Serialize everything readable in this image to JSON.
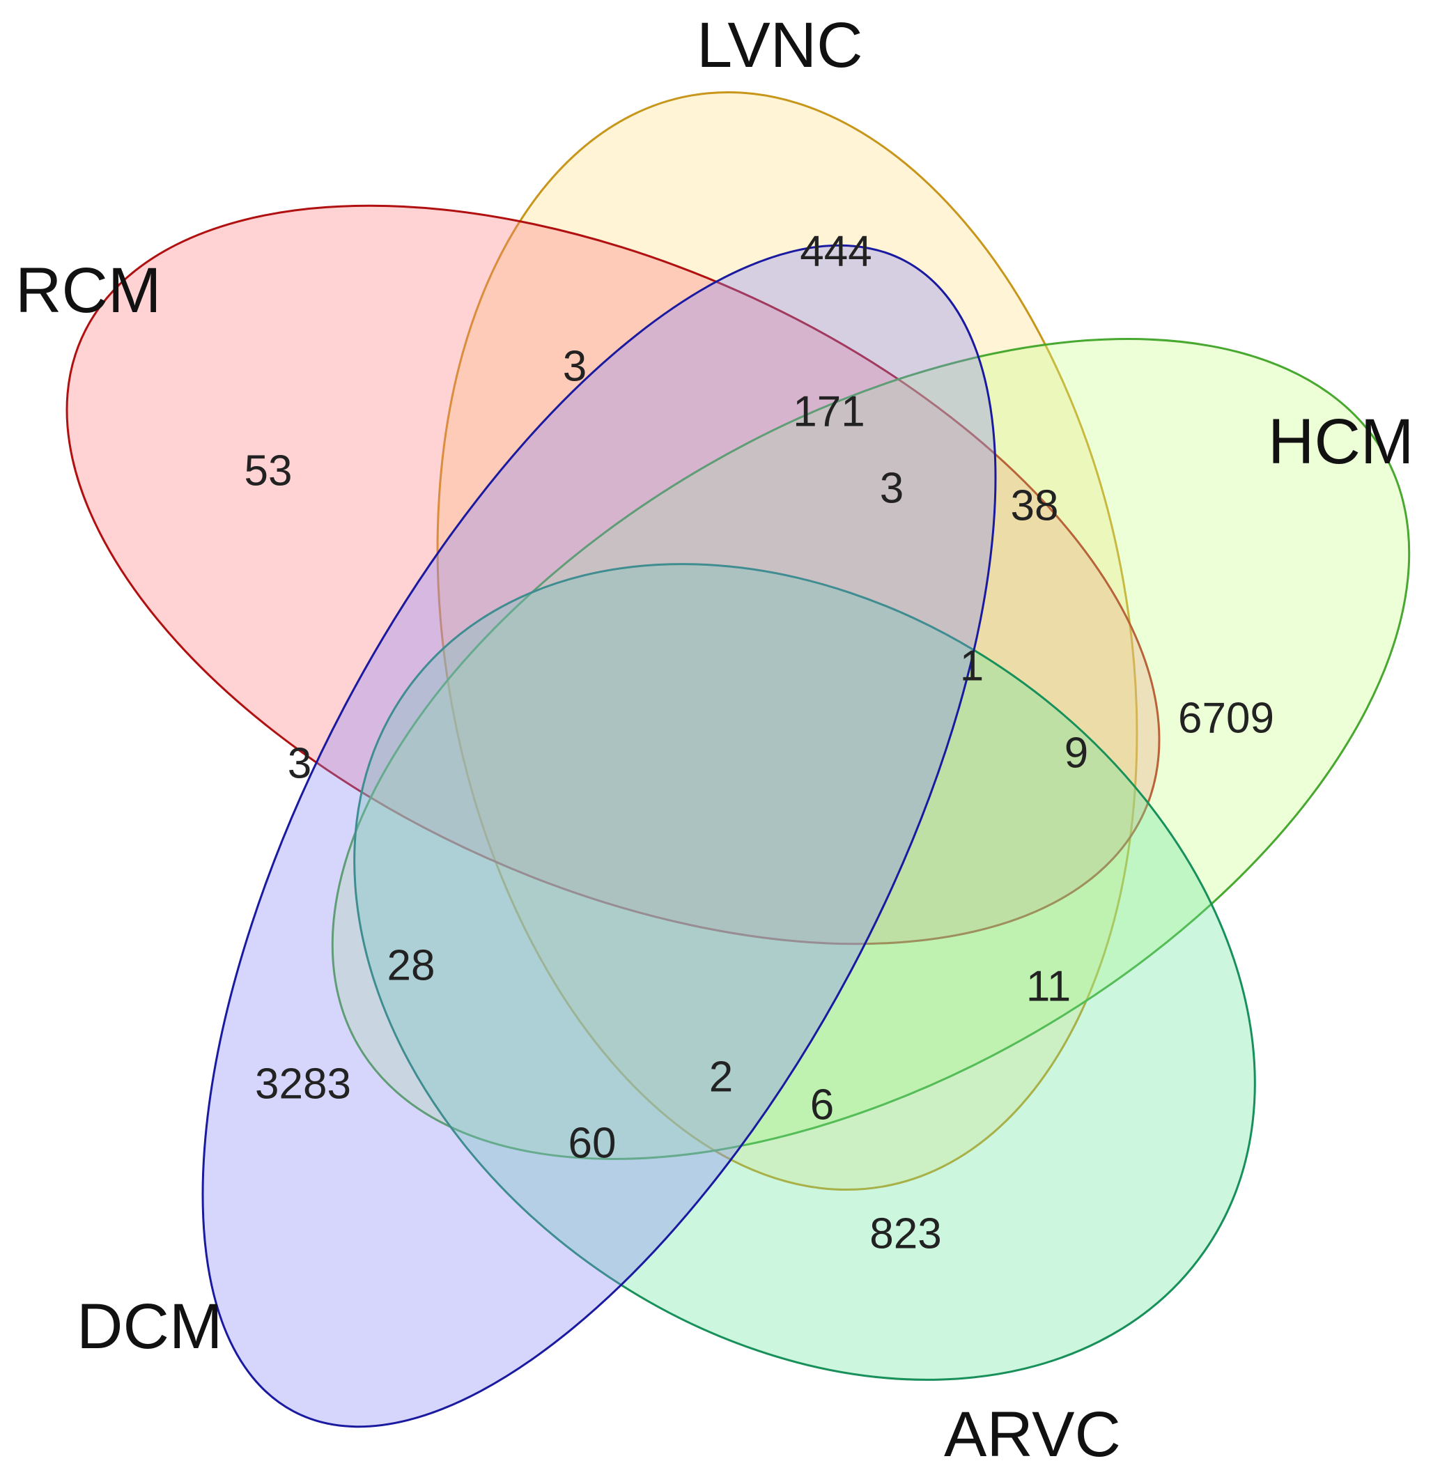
{
  "sets": [
    {
      "key": "rcm",
      "name": "RCM",
      "stroke": "#b01010",
      "fill": "#ff7f85"
    },
    {
      "key": "lvnc",
      "name": "LVNC",
      "stroke": "#c8961a",
      "fill": "#ffe08a"
    },
    {
      "key": "hcm",
      "name": "HCM",
      "stroke": "#48a830",
      "fill": "#c8ff8a"
    },
    {
      "key": "arvc",
      "name": "ARVC",
      "stroke": "#18905a",
      "fill": "#6ee6a0"
    },
    {
      "key": "dcm",
      "name": "DCM",
      "stroke": "#1a1aa0",
      "fill": "#8a8af5"
    }
  ],
  "regions": [
    {
      "sets": [
        "rcm"
      ],
      "count": "53"
    },
    {
      "sets": [
        "lvnc"
      ],
      "count": "444"
    },
    {
      "sets": [
        "hcm"
      ],
      "count": "6709"
    },
    {
      "sets": [
        "arvc"
      ],
      "count": "823"
    },
    {
      "sets": [
        "dcm"
      ],
      "count": "3283"
    },
    {
      "sets": [
        "rcm",
        "lvnc"
      ],
      "count": "3"
    },
    {
      "sets": [
        "lvnc",
        "dcm"
      ],
      "count": "171"
    },
    {
      "sets": [
        "lvnc",
        "hcm",
        "dcm"
      ],
      "count": "3"
    },
    {
      "sets": [
        "lvnc",
        "hcm"
      ],
      "count": "38"
    },
    {
      "sets": [
        "rcm",
        "lvnc",
        "hcm"
      ],
      "count": "1"
    },
    {
      "sets": [
        "rcm",
        "hcm"
      ],
      "count": "9"
    },
    {
      "sets": [
        "rcm",
        "dcm"
      ],
      "count": "3"
    },
    {
      "sets": [
        "hcm",
        "dcm"
      ],
      "count": "28"
    },
    {
      "sets": [
        "hcm",
        "arvc"
      ],
      "count": "11"
    },
    {
      "sets": [
        "lvnc",
        "arvc",
        "dcm"
      ],
      "count": "2"
    },
    {
      "sets": [
        "lvnc",
        "arvc"
      ],
      "count": "6"
    },
    {
      "sets": [
        "arvc",
        "dcm"
      ],
      "count": "60"
    }
  ]
}
